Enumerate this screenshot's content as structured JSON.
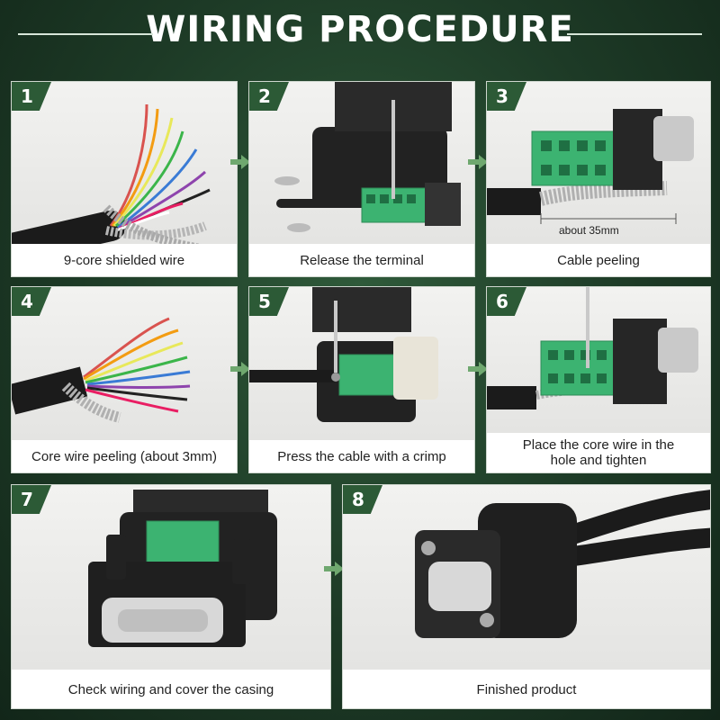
{
  "title": "WIRING PROCEDURE",
  "steps": [
    {
      "number": "1",
      "caption": "9-core shielded wire"
    },
    {
      "number": "2",
      "caption": "Release the terminal"
    },
    {
      "number": "3",
      "caption": "Cable peeling",
      "measure_label": "about 35mm"
    },
    {
      "number": "4",
      "caption": "Core wire peeling (about 3mm)"
    },
    {
      "number": "5",
      "caption": "Press the cable with a crimp"
    },
    {
      "number": "6",
      "caption": "Place the core wire in the hole and tighten"
    },
    {
      "number": "7",
      "caption": "Check wiring and cover the casing"
    },
    {
      "number": "8",
      "caption": "Finished product"
    }
  ],
  "colors": {
    "background": "#1d3a26",
    "badge": "#2c5a36",
    "arrow": "#6fa86f"
  }
}
